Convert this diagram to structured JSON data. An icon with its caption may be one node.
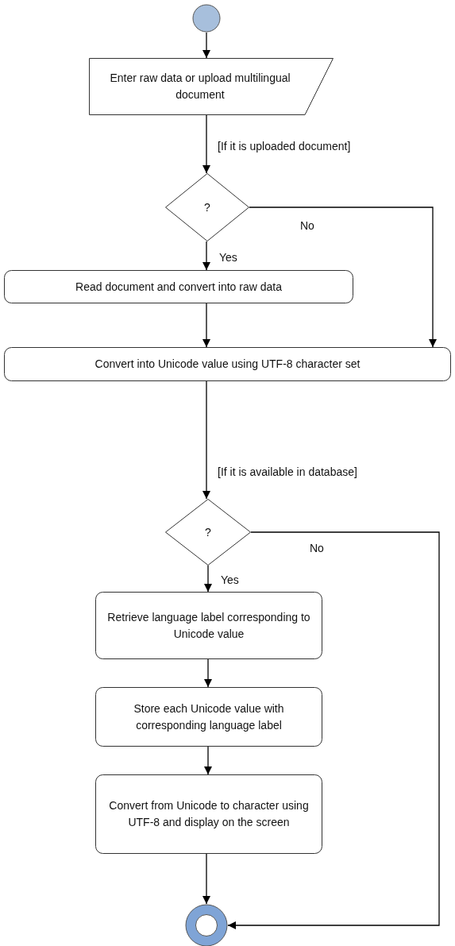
{
  "diagram": {
    "nodes": [
      {
        "text": [],
        "shape": "circle"
      },
      {
        "text": [
          "Enter raw data or upload multilingual document"
        ]
      },
      {
        "text": [
          "?"
        ]
      },
      {
        "text": [
          "Read document and convert into raw data"
        ]
      },
      {
        "text": [
          "Convert into Unicode value using UTF-8 character set"
        ]
      },
      {
        "text": [
          "?"
        ]
      },
      {
        "text": [
          "Retrieve language label corresponding to Unicode value"
        ]
      },
      {
        "text": [
          "Store each Unicode value with corresponding language label"
        ]
      },
      {
        "text": [
          "Convert from Unicode to character using UTF-8 and display on the screen"
        ]
      },
      {
        "text": [],
        "shape": "circle"
      }
    ],
    "edges": [
      {
        "from": 0,
        "to": 1,
        "arrow": "to"
      },
      {
        "from": 1,
        "to": 2,
        "arrow": "to",
        "label": "[If it is uploaded document]"
      },
      {
        "from": 2,
        "to": 3,
        "arrow": "to",
        "label": "Yes"
      },
      {
        "from": 2,
        "to": 4,
        "arrow": "to",
        "label": "No"
      },
      {
        "from": 3,
        "to": 4,
        "arrow": "to"
      },
      {
        "from": 4,
        "to": 5,
        "arrow": "to",
        "label": "[If it is available in database]"
      },
      {
        "from": 5,
        "to": 6,
        "arrow": "to",
        "label": "Yes"
      },
      {
        "from": 6,
        "to": 7,
        "arrow": "to"
      },
      {
        "from": 7,
        "to": 8,
        "arrow": "to"
      },
      {
        "from": 8,
        "to": 9,
        "arrow": "to"
      },
      {
        "from": 5,
        "to": 9,
        "arrow": "to",
        "label": "No"
      }
    ]
  }
}
